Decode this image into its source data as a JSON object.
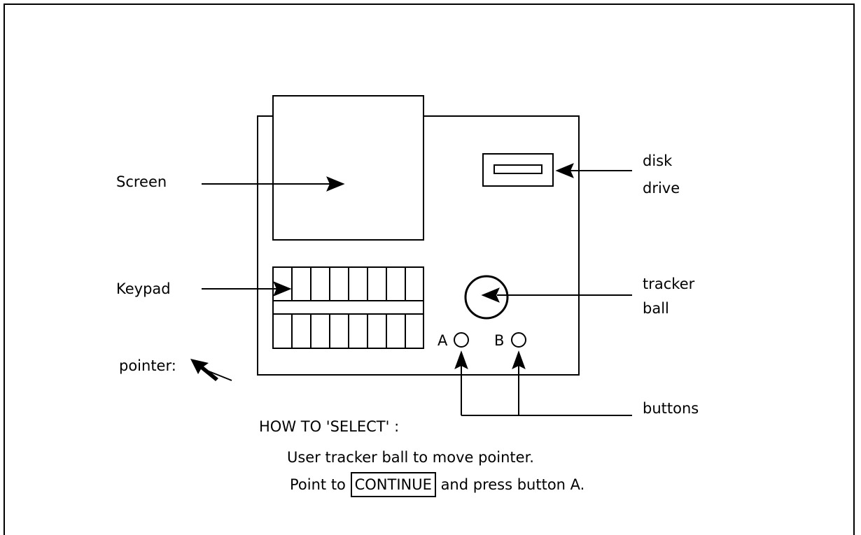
{
  "labels": {
    "screen": "Screen",
    "keypad": "Keypad",
    "pointer": "pointer:",
    "disk_drive_line1": "disk",
    "disk_drive_line2": "drive",
    "tracker_ball_line1": "tracker",
    "tracker_ball_line2": "ball",
    "buttons": "buttons",
    "button_a": "A",
    "button_b": "B"
  },
  "instructions": {
    "heading": "HOW TO 'SELECT' :",
    "line1": "User tracker ball to move pointer.",
    "line2_prefix": "Point to",
    "continue_label": "CONTINUE",
    "line2_suffix": "and press button A."
  },
  "colors": {
    "ink": "#000000",
    "background": "#ffffff"
  }
}
